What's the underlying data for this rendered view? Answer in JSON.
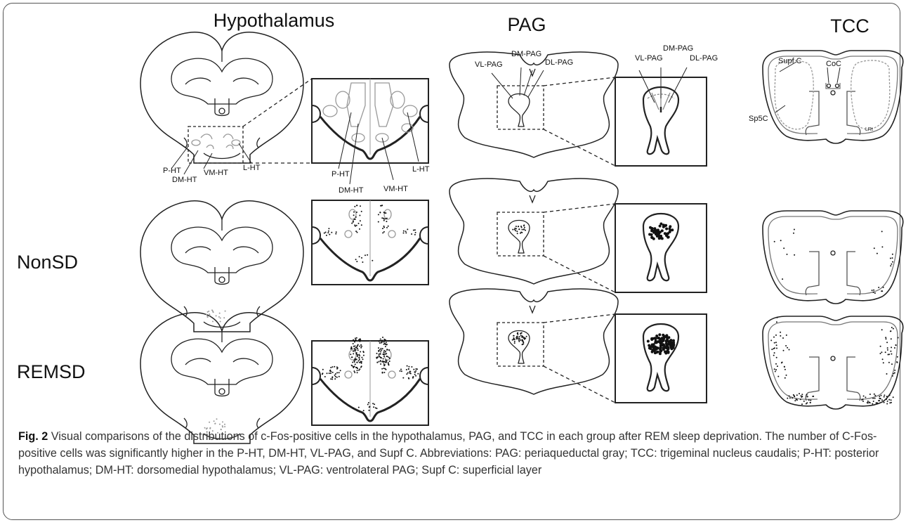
{
  "columns": {
    "hypothalamus": "Hypothalamus",
    "pag": "PAG",
    "tcc": "TCC"
  },
  "rows": {
    "nonsd": "NonSD",
    "remsd": "REMSD"
  },
  "labels": {
    "p_ht": "P-HT",
    "dm_ht": "DM-HT",
    "vm_ht": "VM-HT",
    "l_ht": "L-HT",
    "vl_pag": "VL-PAG",
    "dm_pag": "DM-PAG",
    "dl_pag": "DL-PAG",
    "supf_c": "Supf C",
    "coc": "CoC",
    "sp5c": "Sp5C",
    "lrt": "LRt"
  },
  "caption": {
    "lead": "Fig. 2",
    "text": " Visual comparisons of the distributions of c-Fos-positive cells in the hypothalamus, PAG, and TCC in each group after REM sleep deprivation. The number of C-Fos-positive cells was significantly higher in the P-HT, DM-HT, VL-PAG, and Supf C. Abbreviations: PAG: periaqueductal gray; TCC: trigeminal nucleus caudalis; P-HT: posterior hypothalamus; DM-HT: dorsomedial hypothalamus; VL-PAG: ventrolateral PAG; Supf C: superficial layer"
  }
}
